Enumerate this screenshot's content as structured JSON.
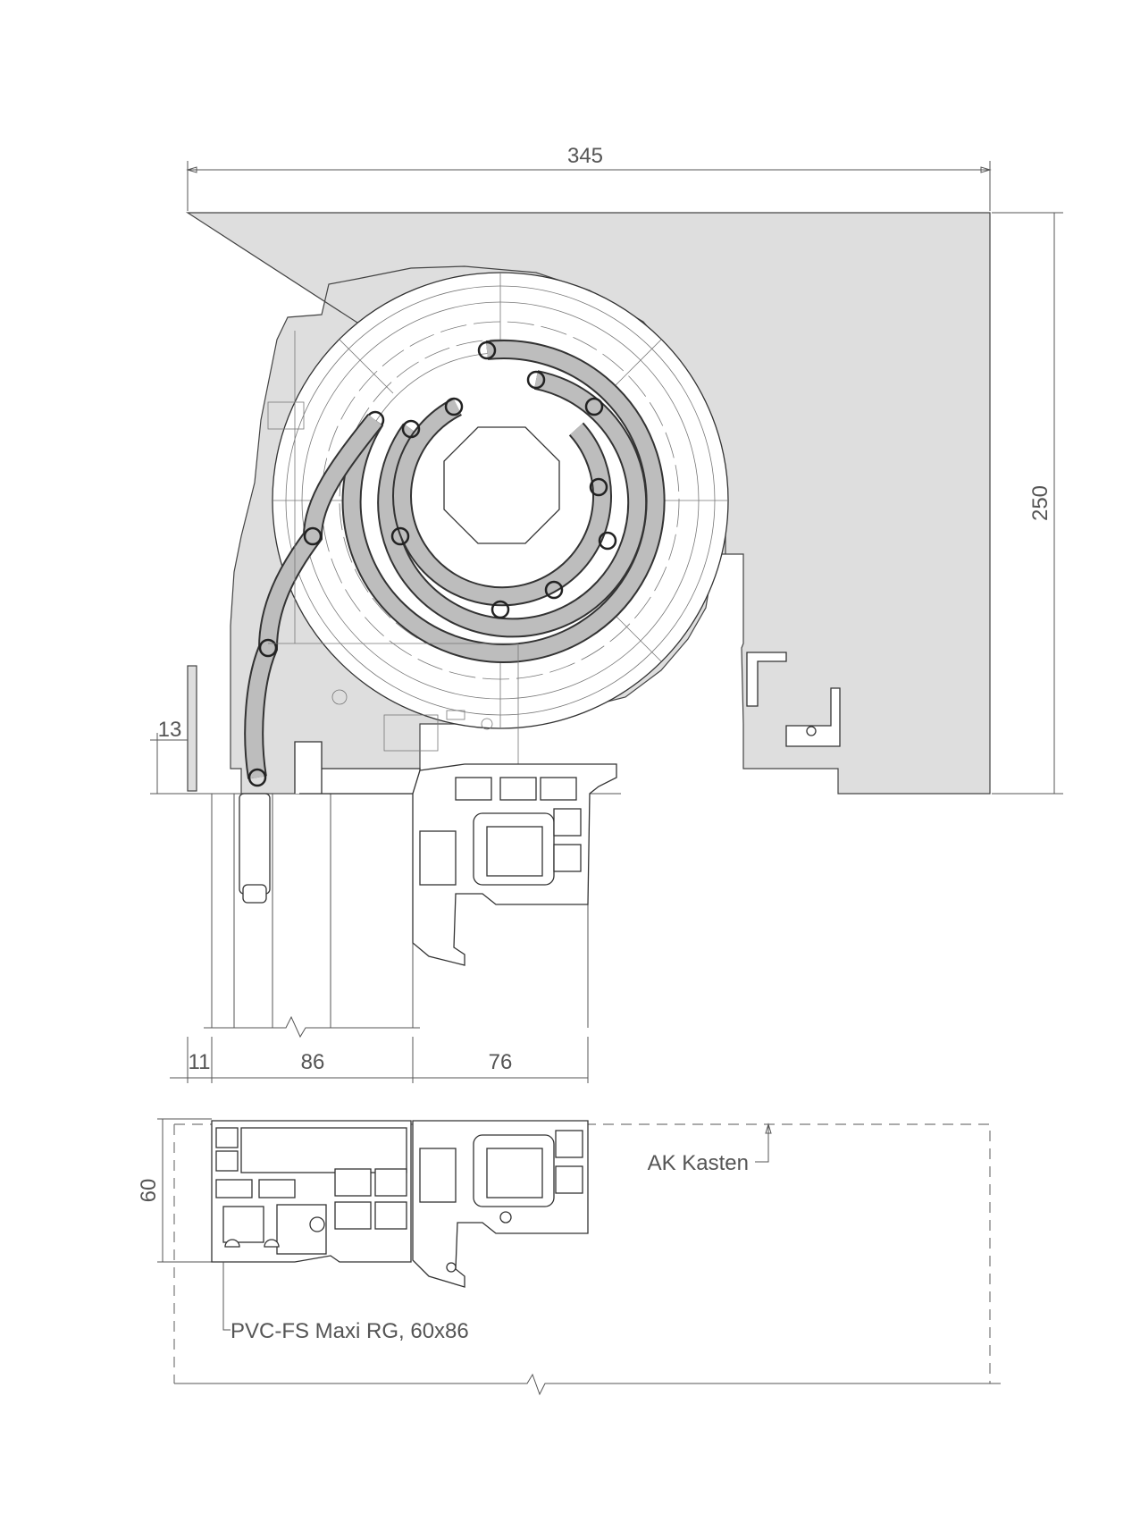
{
  "dimensions": {
    "total_width": "345",
    "total_height": "250",
    "left_offset": "13",
    "bottom_left": "11",
    "bottom_middle": "86",
    "bottom_right": "76",
    "section_height": "60"
  },
  "labels": {
    "box_label": "AK Kasten",
    "profile_label": "PVC-FS Maxi RG, 60x86"
  },
  "colors": {
    "box_fill": "#dedede",
    "line": "#333333",
    "dimension": "#555555"
  }
}
